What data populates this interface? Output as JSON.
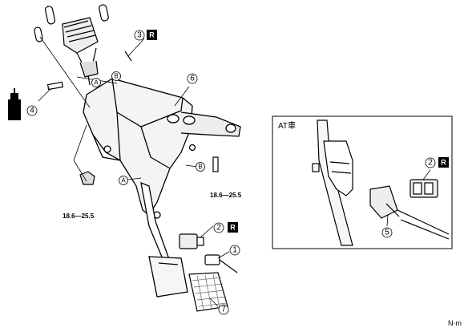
{
  "callouts": {
    "c1": "1",
    "c2_main": "2",
    "c2_inset": "2",
    "c3": "3",
    "c4": "4",
    "c5": "5",
    "c6": "6",
    "c7": "7"
  },
  "reuse_marks": {
    "r3": "R",
    "r2_main": "R",
    "r2_inset": "R"
  },
  "point_letters": {
    "a_top": "A",
    "b_top": "B",
    "a_mid": "A",
    "b_mid": "B"
  },
  "torque": {
    "left": "18.6—25.5",
    "right": "18.6—25.5"
  },
  "inset_title": "AT車",
  "unit": "N·m"
}
